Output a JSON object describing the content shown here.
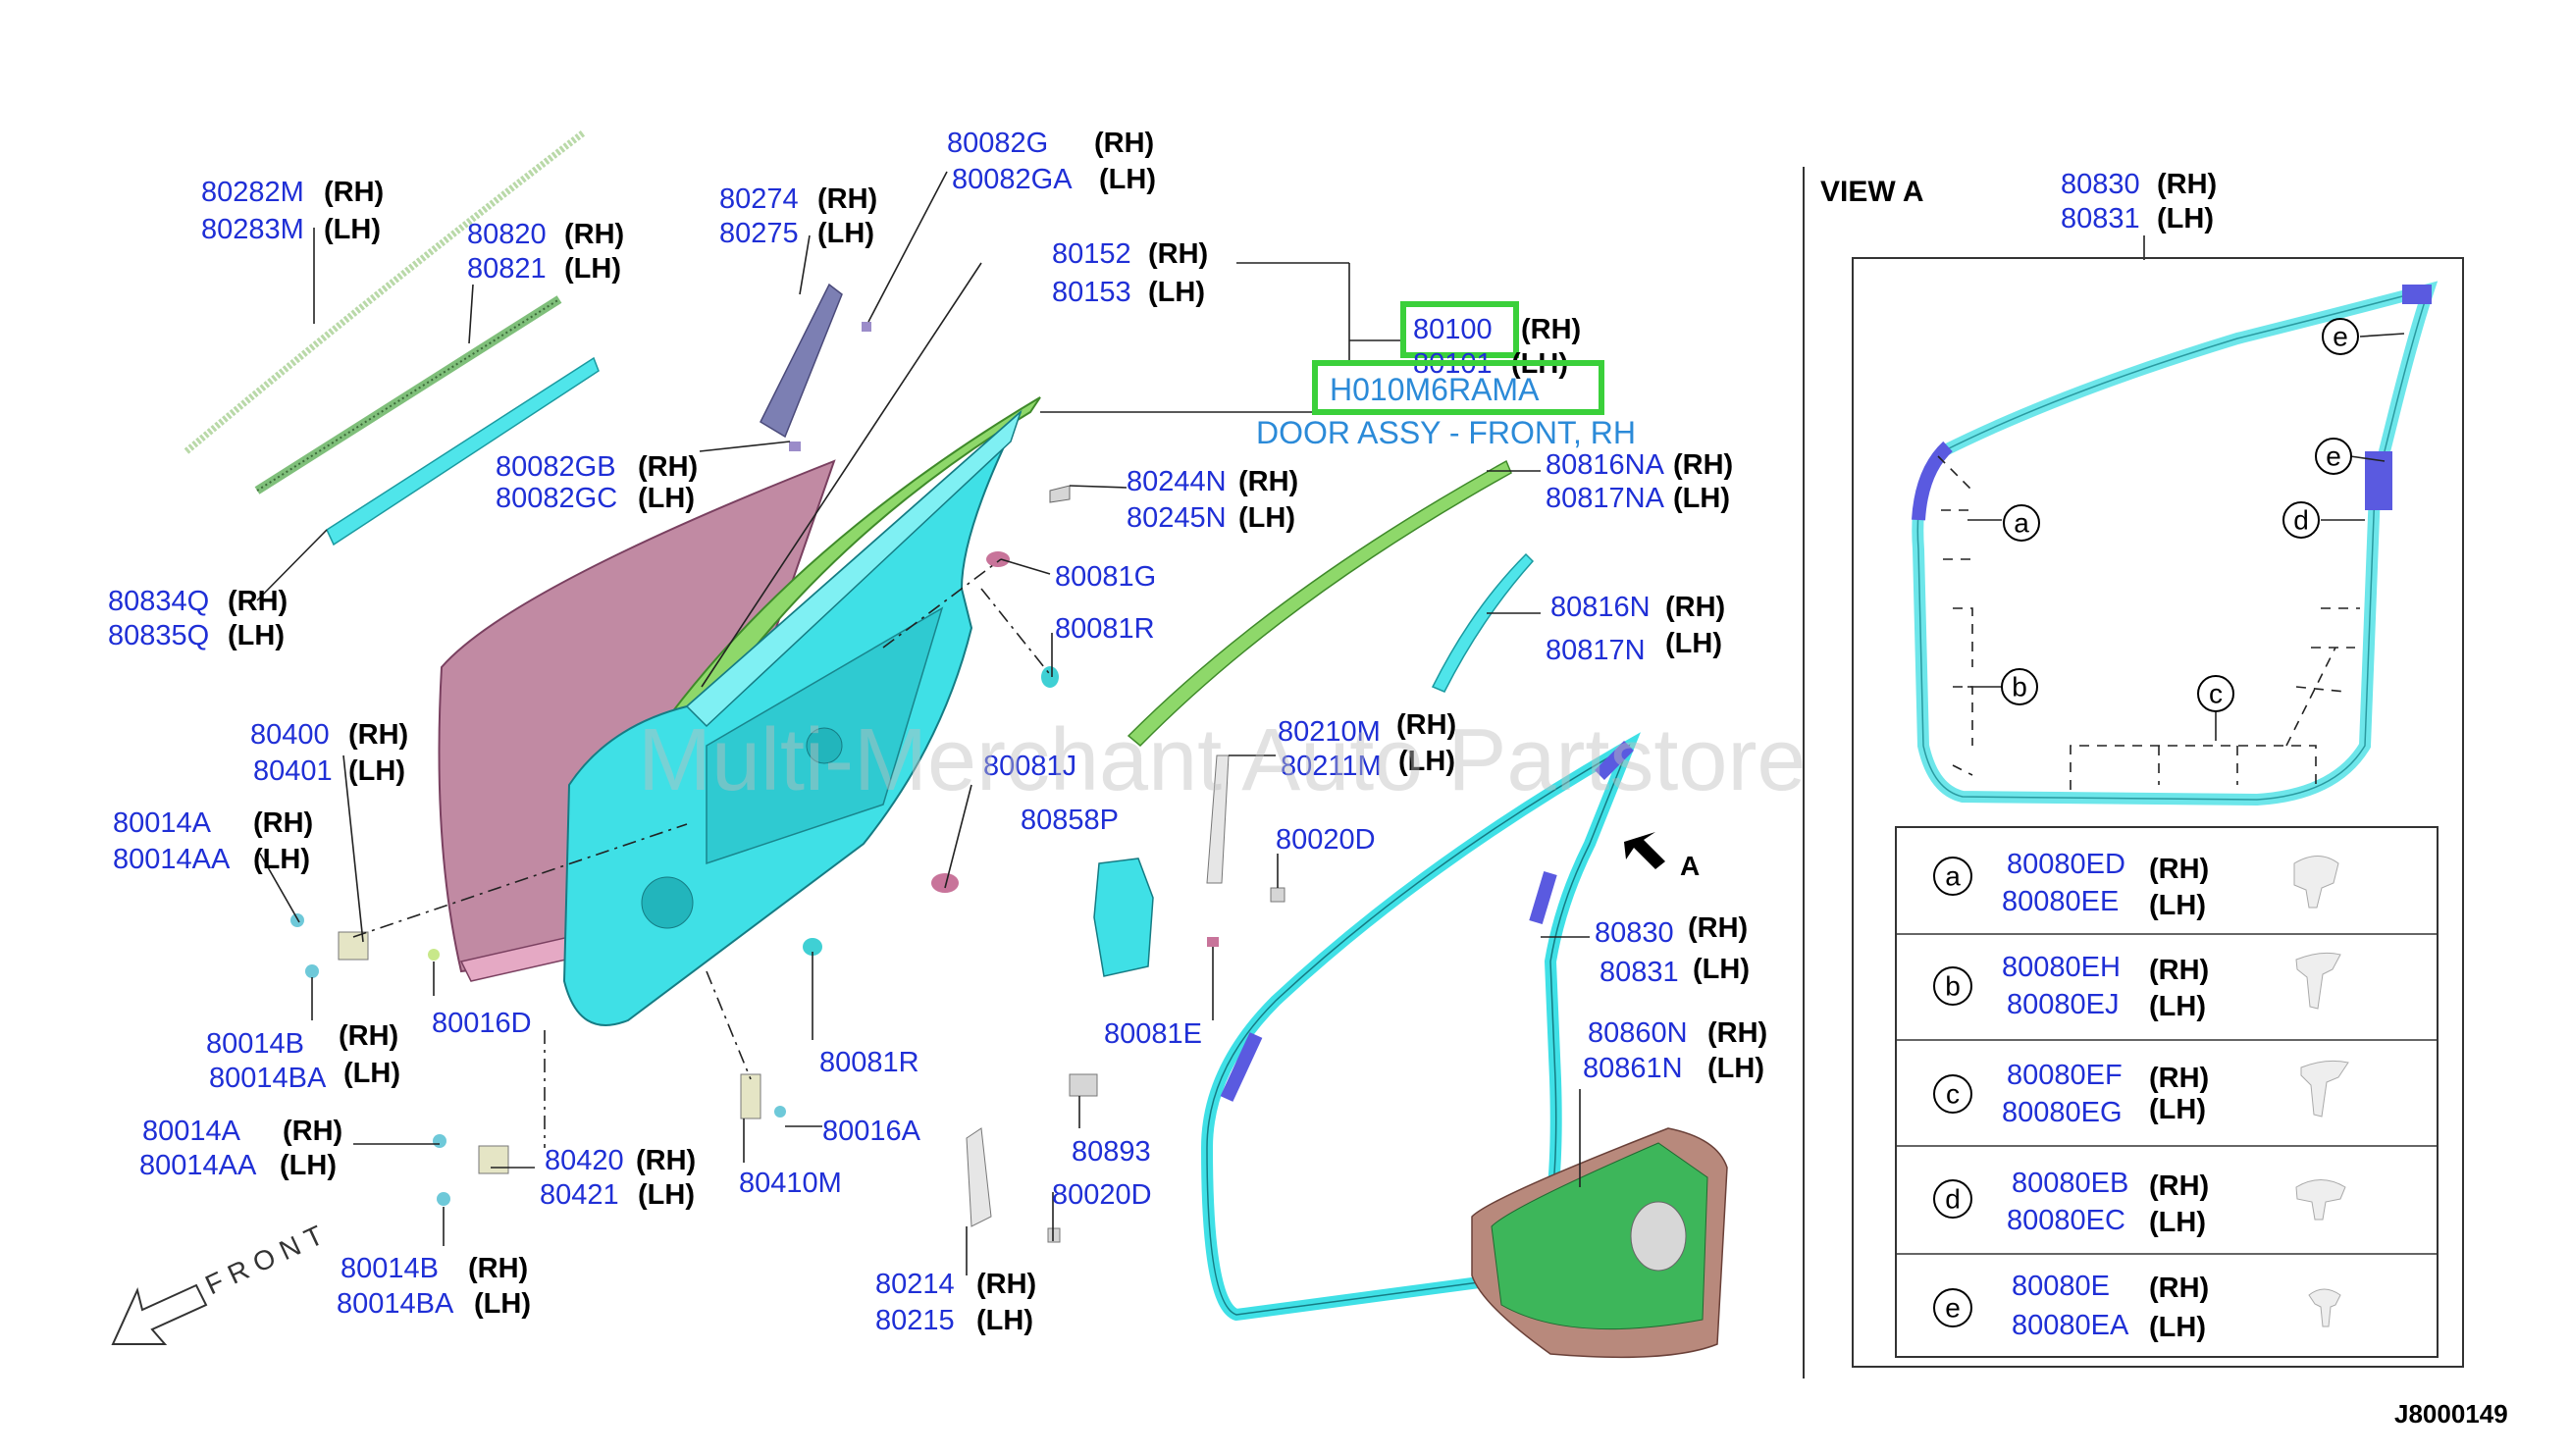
{
  "watermark": "Multi-Merchant Auto Partstore",
  "diagram_id": "J8000149",
  "highlight": {
    "part_number": "H010M6RAMA",
    "description": "DOOR ASSY - FRONT, RH"
  },
  "callouts": {
    "c80282": {
      "a": "80282M",
      "b": "(RH)",
      "c": "80283M",
      "d": "(LH)"
    },
    "c80820": {
      "a": "80820",
      "b": "(RH)",
      "c": "80821",
      "d": "(LH)"
    },
    "c80834": {
      "a": "80834Q",
      "b": "(RH)",
      "c": "80835Q",
      "d": "(LH)"
    },
    "c80274": {
      "a": "80274",
      "b": "(RH)",
      "c": "80275",
      "d": "(LH)"
    },
    "c80082g": {
      "a": "80082G",
      "b": "(RH)",
      "c": "80082GA",
      "d": "(LH)"
    },
    "c80152": {
      "a": "80152",
      "b": "(RH)",
      "c": "80153",
      "d": "(LH)"
    },
    "c80100": {
      "a": "80100",
      "b": "(RH)",
      "c": "80101",
      "d": "(LH)"
    },
    "c80082gb": {
      "a": "80082GB",
      "b": "(RH)",
      "c": "80082GC",
      "d": "(LH)"
    },
    "c80244": {
      "a": "80244N",
      "b": "(RH)",
      "c": "80245N",
      "d": "(LH)"
    },
    "c80816na": {
      "a": "80816NA",
      "b": "(RH)",
      "c": "80817NA",
      "d": "(LH)"
    },
    "c80816n": {
      "a": "80816N",
      "b": "(RH)",
      "c": "80817N",
      "d": "(LH)"
    },
    "c80400": {
      "a": "80400",
      "b": "(RH)",
      "c": "80401",
      "d": "(LH)"
    },
    "c80014a1": {
      "a": "80014A",
      "b": "(RH)",
      "c": "80014AA",
      "d": "(LH)"
    },
    "c80014b1": {
      "a": "80014B",
      "b": "(RH)",
      "c": "80014BA",
      "d": "(LH)"
    },
    "c80014a2": {
      "a": "80014A",
      "b": "(RH)",
      "c": "80014AA",
      "d": "(LH)"
    },
    "c80420": {
      "a": "80420",
      "b": "(RH)",
      "c": "80421",
      "d": "(LH)"
    },
    "c80014b2": {
      "a": "80014B",
      "b": "(RH)",
      "c": "80014BA",
      "d": "(LH)"
    },
    "c80210": {
      "a": "80210M",
      "b": "(RH)",
      "c": "80211M",
      "d": "(LH)"
    },
    "c80830": {
      "a": "80830",
      "b": "(RH)",
      "c": "80831",
      "d": "(LH)"
    },
    "c80860": {
      "a": "80860N",
      "b": "(RH)",
      "c": "80861N",
      "d": "(LH)"
    },
    "c80214": {
      "a": "80214",
      "b": "(RH)",
      "c": "80215",
      "d": "(LH)"
    },
    "c80830va": {
      "a": "80830",
      "b": "(RH)",
      "c": "80831",
      "d": "(LH)"
    }
  },
  "singles": {
    "s80081g": "80081G",
    "s80081r1": "80081R",
    "s80081j": "80081J",
    "s80858p": "80858P",
    "s80020d1": "80020D",
    "s80016d": "80016D",
    "s80081r2": "80081R",
    "s80081e": "80081E",
    "s80016a": "80016A",
    "s80893": "80893",
    "s80410m": "80410M",
    "s80020d2": "80020D"
  },
  "arrow_label": "A",
  "front_label": "FRONT",
  "view_a": {
    "title": "VIEW A",
    "markers": [
      "a",
      "b",
      "c",
      "d",
      "e",
      "e"
    ],
    "table": [
      {
        "letter": "a",
        "rh": "80080ED",
        "lh": "80080EE",
        "rh_tag": "(RH)",
        "lh_tag": "(LH)"
      },
      {
        "letter": "b",
        "rh": "80080EH",
        "lh": "80080EJ",
        "rh_tag": "(RH)",
        "lh_tag": "(LH)"
      },
      {
        "letter": "c",
        "rh": "80080EF",
        "lh": "80080EG",
        "rh_tag": "(RH)",
        "lh_tag": "(LH)"
      },
      {
        "letter": "d",
        "rh": "80080EB",
        "lh": "80080EC",
        "rh_tag": "(RH)",
        "lh_tag": "(LH)"
      },
      {
        "letter": "e",
        "rh": "80080E",
        "lh": "80080EA",
        "rh_tag": "(RH)",
        "lh_tag": "(LH)"
      }
    ]
  },
  "colors": {
    "part_number_blue": "#1f2fd6",
    "highlight_green": "#3ad03a",
    "highlight_text": "#2b8ad8",
    "door_cyan": "#3fe0e6",
    "trim_purple": "#b86b8e",
    "molding_green": "#8ed86a",
    "clip_blue": "#5a5ae0"
  }
}
